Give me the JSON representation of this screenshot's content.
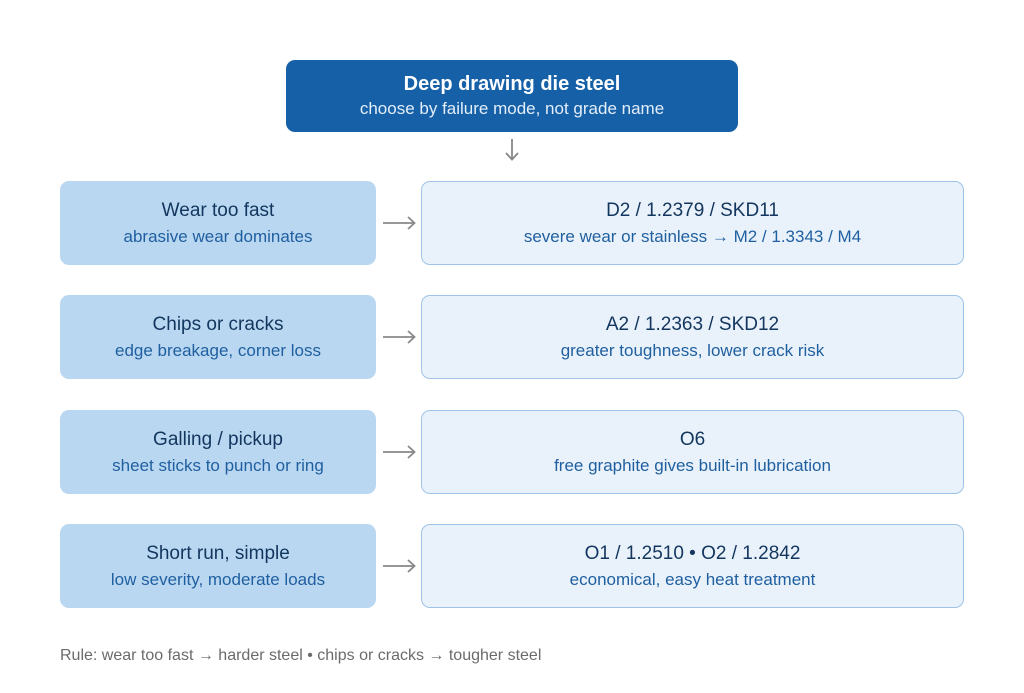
{
  "header": {
    "title": "Deep drawing die steel",
    "subtitle": "choose by failure mode, not grade name"
  },
  "rows": [
    {
      "condition": "Wear too fast",
      "condition_detail": "abrasive wear dominates",
      "recommendation": "D2 / 1.2379 / SKD11",
      "recommendation_detail": "severe wear or stainless → M2 / 1.3343 / M4"
    },
    {
      "condition": "Chips or cracks",
      "condition_detail": "edge breakage, corner loss",
      "recommendation": "A2 / 1.2363 / SKD12",
      "recommendation_detail": "greater toughness, lower crack risk"
    },
    {
      "condition": "Galling / pickup",
      "condition_detail": "sheet sticks to punch or ring",
      "recommendation": "O6",
      "recommendation_detail": "free graphite gives built-in lubrication"
    },
    {
      "condition": "Short run, simple",
      "condition_detail": "low severity, moderate loads",
      "recommendation": "O1 / 1.2510 • O2 / 1.2842",
      "recommendation_detail": "economical, easy heat treatment"
    }
  ],
  "rule": "Rule: wear too fast → harder steel • chips or cracks → tougher steel",
  "colors": {
    "header_bg": "#1660a8",
    "condition_bg": "#bad7f2",
    "recommendation_bg": "#e9f2fb",
    "recommendation_border": "#9fc3e6",
    "arrow": "#888888"
  }
}
